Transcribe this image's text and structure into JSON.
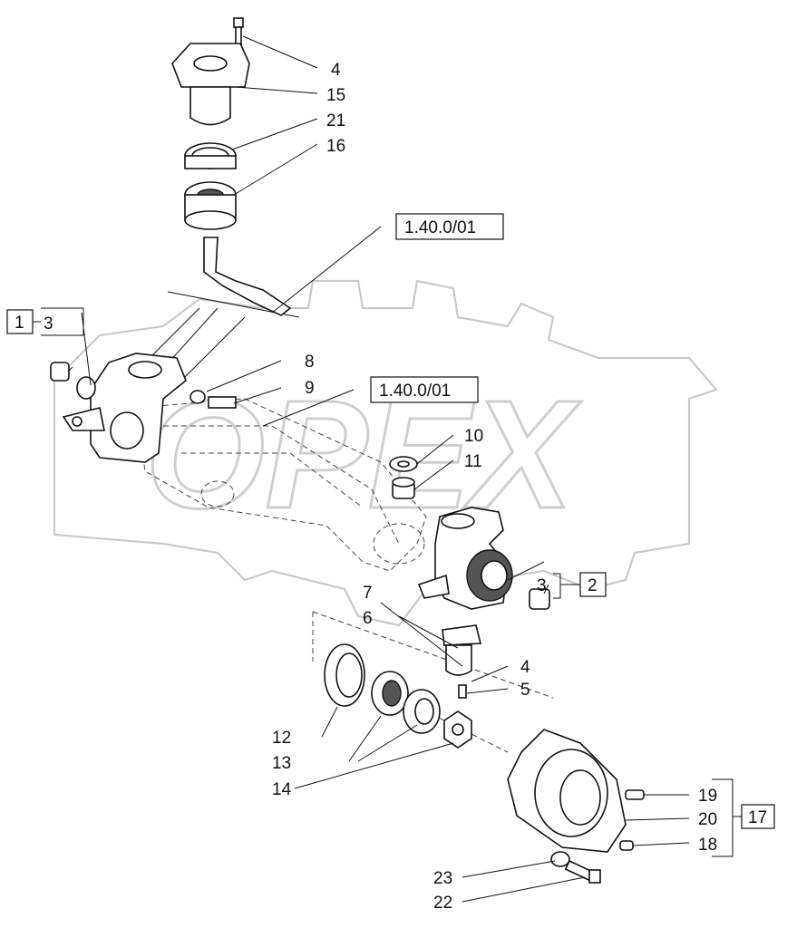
{
  "diagram": {
    "type": "exploded-parts-view",
    "watermark_text": "OPEX",
    "callouts": [
      "4",
      "15",
      "21",
      "16",
      "8",
      "9",
      "10",
      "11",
      "7",
      "6",
      "4",
      "5",
      "12",
      "13",
      "14",
      "19",
      "20",
      "18",
      "23",
      "22",
      "3",
      "3"
    ],
    "group_refs": [
      "1",
      "2",
      "17"
    ],
    "cross_refs": [
      "1.40.0/01",
      "1.40.0/01"
    ]
  }
}
